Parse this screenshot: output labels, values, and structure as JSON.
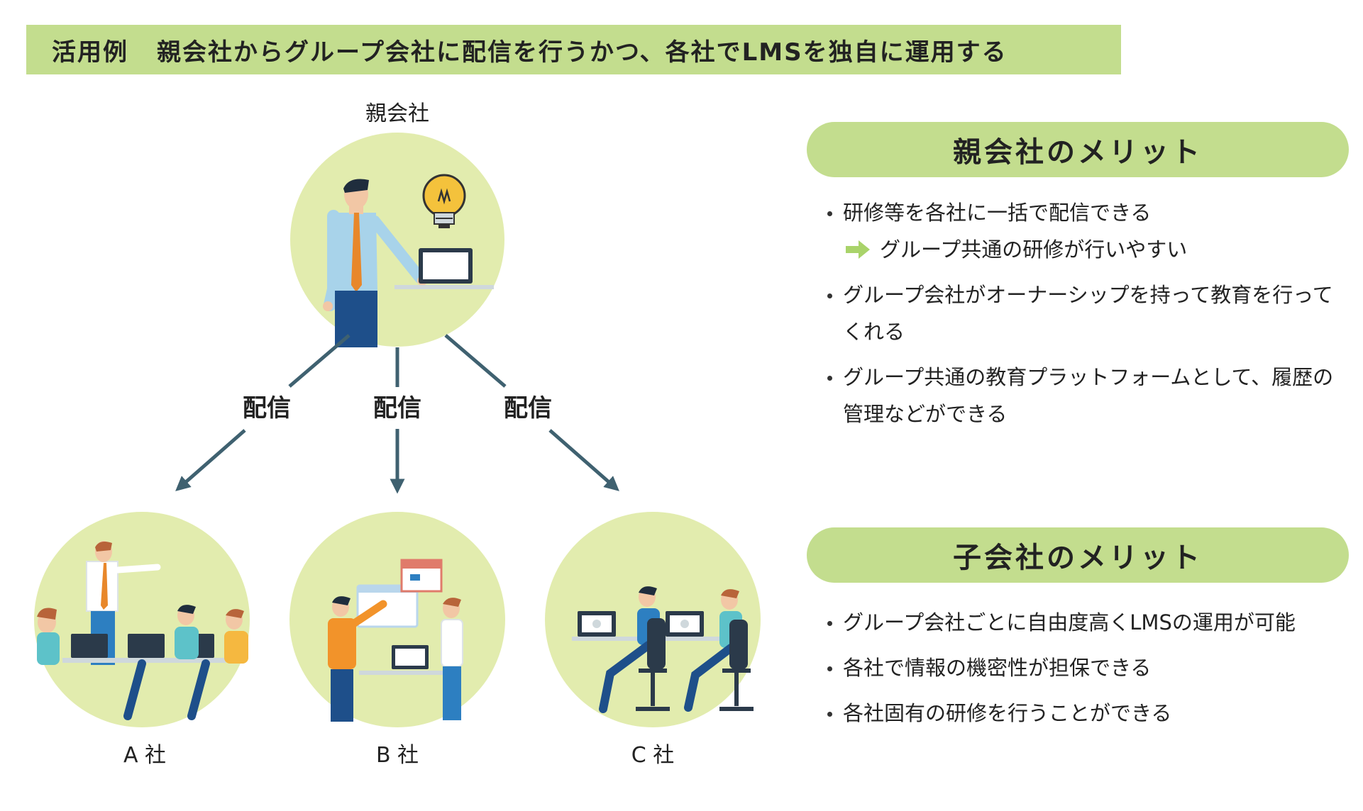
{
  "header": {
    "prefix": "活用例",
    "title": "親会社からグループ会社に配信を行うかつ、各社でLMSを独自に運用する"
  },
  "diagram": {
    "parent_label": "親会社",
    "edge_label": "配信",
    "children": [
      "A 社",
      "B 社",
      "C 社"
    ]
  },
  "parent_merit": {
    "title": "親会社のメリット",
    "items": [
      "研修等を各社に一括で配信できる",
      "グループ会社がオーナーシップを持って教育を行ってくれる",
      "グループ共通の教育プラットフォームとして、履歴の管理などができる"
    ],
    "sub_item": "グループ共通の研修が行いやすい"
  },
  "child_merit": {
    "title": "子会社のメリット",
    "items": [
      "グループ会社ごとに自由度高くLMSの運用が可能",
      "各社で情報の機密性が担保できる",
      "各社固有の研修を行うことができる"
    ]
  },
  "colors": {
    "accent_green": "#c3dd8e",
    "circle_fill": "#e2ecae",
    "arrow": "#3f6170",
    "shirt_blue": "#a8d3ea",
    "tie_orange": "#e8872a",
    "pants_navy": "#1e4f8a"
  }
}
